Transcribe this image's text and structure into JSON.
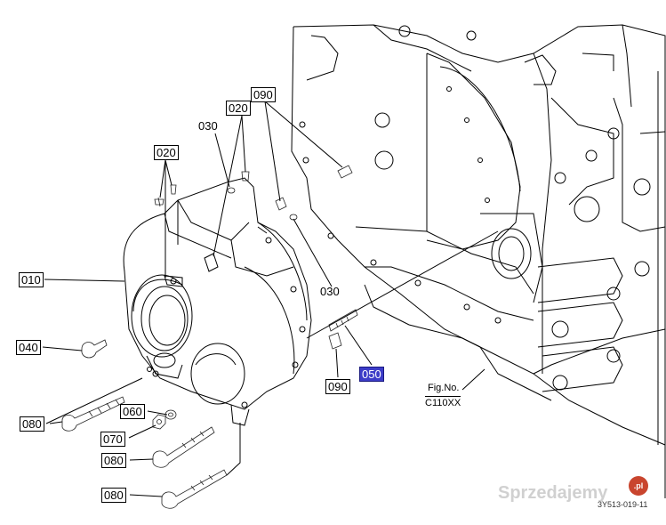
{
  "callouts": [
    {
      "id": "c-010",
      "text": "010",
      "style": "boxed"
    },
    {
      "id": "c-020a",
      "text": "020",
      "style": "boxed"
    },
    {
      "id": "c-020b",
      "text": "020",
      "style": "boxed"
    },
    {
      "id": "c-030a",
      "text": "030",
      "style": "plain"
    },
    {
      "id": "c-030b",
      "text": "030",
      "style": "plain"
    },
    {
      "id": "c-040",
      "text": "040",
      "style": "boxed"
    },
    {
      "id": "c-050",
      "text": "050",
      "style": "hi"
    },
    {
      "id": "c-060",
      "text": "060",
      "style": "boxed"
    },
    {
      "id": "c-070",
      "text": "070",
      "style": "boxed"
    },
    {
      "id": "c-080a",
      "text": "080",
      "style": "boxed"
    },
    {
      "id": "c-080b",
      "text": "080",
      "style": "boxed"
    },
    {
      "id": "c-080c",
      "text": "080",
      "style": "boxed"
    },
    {
      "id": "c-090a",
      "text": "090",
      "style": "boxed"
    },
    {
      "id": "c-090b",
      "text": "090",
      "style": "boxed"
    }
  ],
  "figure_ref": {
    "line1": "Fig.No.",
    "line2": "C110XX"
  },
  "drawing_code": "3Y513-019-11",
  "watermark": {
    "text": "Sprzedajemy",
    "badge": ".pl",
    "badge_color": "#c9452e"
  }
}
